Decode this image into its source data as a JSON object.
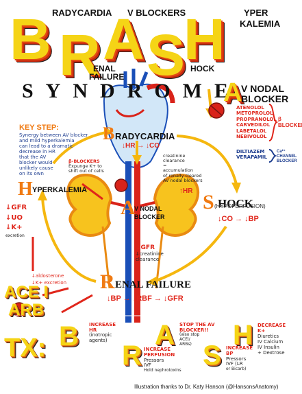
{
  "header": {
    "words": [
      "RADYCARDIA",
      "V BLOCKERS",
      "YPER",
      "KALEMIA",
      "ENAL",
      "FAILURE",
      "HOCK"
    ],
    "brash_letters": [
      "B",
      "R",
      "A",
      "S",
      "H"
    ],
    "syndrome": "SYNDROME",
    "av_nodal": "V NODAL",
    "av_blocker": "BLOCKER",
    "av_letter": "A"
  },
  "drugs": {
    "beta_blockers": [
      "ATENOLOL",
      "METOPROLOL",
      "PROPRANOLOL",
      "CARVEDILOL",
      "LABETALOL",
      "NEBIVOLOL"
    ],
    "beta_label": "β BLOCKER",
    "ccbs": [
      "DILTIAZEM",
      "VERAPAMIL"
    ],
    "ccb_label": "Ca²⁺ CHANNEL BLOCKER"
  },
  "key_step": {
    "title": "KEY STEP:",
    "lines": [
      "Synergy between AV blocker",
      "and mild hyperkalemia",
      "can lead to a dramatic",
      "decrease in HR",
      "that the AV",
      "blocker would",
      "unlikely cause",
      "on its own"
    ]
  },
  "nodes": {
    "bradycardia": {
      "letter": "B",
      "rest": "RADYCARDIA",
      "effect": "↓HR → ↓CO"
    },
    "hyperkalemia": {
      "letter": "H",
      "rest": "YPERKALEMIA",
      "effects": [
        "↓GFR",
        "↓UO",
        "↓K+",
        "excretion"
      ]
    },
    "shock": {
      "letter": "S",
      "rest": "HOCK",
      "sub": "(HYPOPERFUSION)",
      "effect": "↓CO → ↓BP"
    },
    "av_nodal": {
      "letter": "A",
      "rest1": "V NODAL",
      "rest2": "BLOCKER"
    },
    "renal": {
      "letter": "R",
      "rest": "ENAL FAILURE",
      "effect": "↓BP → ↓RBF → ↓GFR"
    }
  },
  "notes": {
    "creatinine": [
      "creatinine",
      "clearance",
      "=",
      "accumulation",
      "of renally cleared",
      "AV nodal blockers"
    ],
    "creatinine_hr": "↑HR",
    "bblock": [
      "β-BLOCKERS",
      "Expunge K+ to",
      "shift out of cells"
    ],
    "gfr": [
      "↓GFR",
      "↓creatinine",
      "clearance"
    ],
    "aldo": [
      "↓aldosterone",
      "↓K+ excretion"
    ]
  },
  "acei": {
    "line1": "ACE I",
    "line2": "ARB"
  },
  "tx": {
    "label": "TX:",
    "B": {
      "letter": "B",
      "note": [
        "INCREASE",
        "HR",
        "(inotropic",
        "agents)"
      ]
    },
    "R": {
      "letter": "R",
      "note": [
        "INCREASE",
        "PERFUSION",
        "Pressors",
        "IVF",
        "Hold nephrotoxins"
      ]
    },
    "A": {
      "letter": "A",
      "note": [
        "STOP THE AV",
        "BLOCKER!!",
        "(also stop",
        "ACEi/",
        "ARBs)"
      ]
    },
    "S": {
      "letter": "S",
      "note": [
        "INCREASE",
        "BP",
        "Pressors",
        "IVF (LR",
        "or Bicarb)"
      ]
    },
    "H": {
      "letter": "H",
      "note": [
        "DECREASE",
        "K+",
        "Diuretics",
        "IV Calcium",
        "IV Insulin",
        "+ Dextrose"
      ]
    }
  },
  "credit": "Illustration thanks to Dr. Katy Hanson (@HansonsAnatomy)"
}
